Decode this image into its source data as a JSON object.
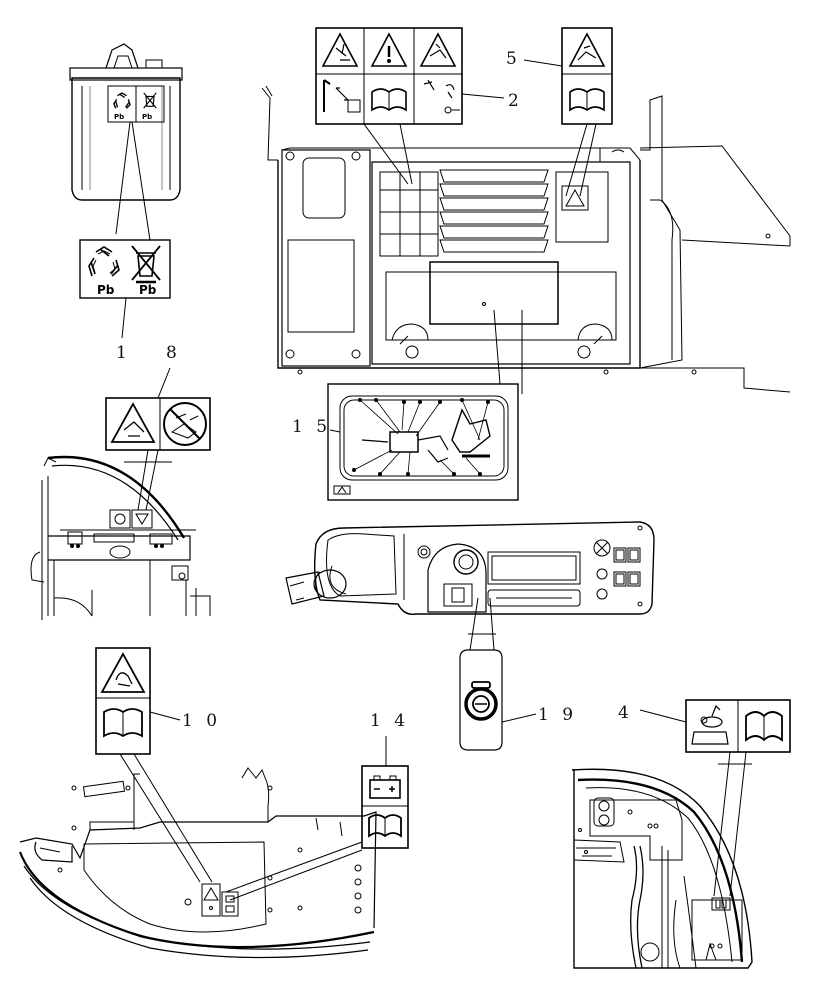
{
  "callouts": {
    "c1": "1",
    "c2": "2",
    "c4": "4",
    "c5": "5",
    "c8": "8",
    "c10": "1 0",
    "c14": "1 4",
    "c15": "1 5",
    "c19": "1 9"
  },
  "decal_text": {
    "pb_large_left": "Pb",
    "pb_large_right": "Pb",
    "pb_small_left": "Pb",
    "pb_small_right": "Pb"
  },
  "icons": [
    "recycle-icon",
    "crossed-bin-icon",
    "warning-triangle-icon",
    "book-icon",
    "battery-icon",
    "engine-start-icon",
    "hand-crush-icon",
    "fire-prohibited-icon"
  ],
  "colors": {
    "line": "#000000",
    "background": "#ffffff"
  }
}
